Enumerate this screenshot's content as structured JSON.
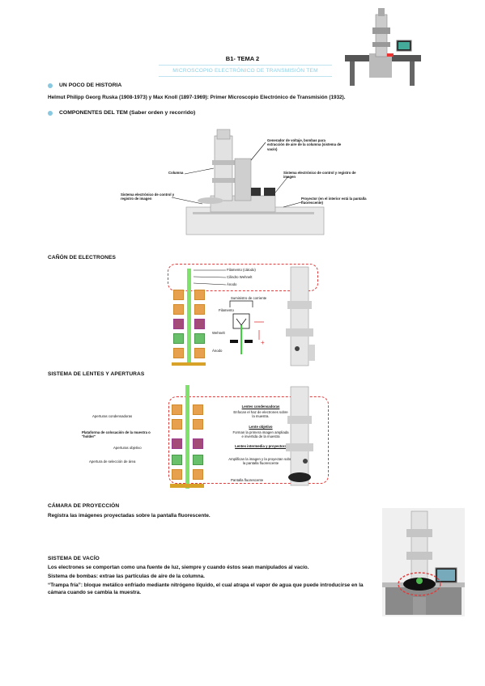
{
  "header": {
    "title": "B1- TEMA 2",
    "subtitle": "MICROSCOPIO ELECTRÓNICO DE TRANSMISIÓN TEM"
  },
  "history": {
    "heading": "UN POCO DE HISTORIA",
    "text": "Helmut Philipp Georg Ruska (1908-1973) y Max Knoll (1897-1969): Primer Microscopio Electrónico de Transmisión (1932)."
  },
  "components": {
    "heading": "COMPONENTES DEL TEM (Saber orden y recorrido)",
    "labels": {
      "columna": "Columna",
      "generador": "Generador de voltaje, bombas para extracción de aire de la columna (sistema de vacío)",
      "sistema_left": "Sistema electrónico de control y registro de imagen",
      "sistema_right": "Sistema electrónico de control y registro de imagen",
      "proyector": "Proyector (en el interior está la pantalla fluorescente)"
    }
  },
  "canon": {
    "heading": "CAÑÓN DE ELECTRONES",
    "labels": {
      "filamento_catodo": "Filamento (cátodo)",
      "cilindro": "Cilindro Wehnelt",
      "anodo": "Ánodo",
      "suministro": "Suministro de corriente",
      "filamento": "Filamento",
      "wehnelt": "Wehnelt",
      "anodo_small": "Ánodo"
    }
  },
  "lentes": {
    "heading": "SISTEMA DE LENTES Y APERTURAS",
    "labels": {
      "ap_cond": "Aperturas condensadoras",
      "plataforma": "Plataforma de colocación de la muestra o \"holder\"",
      "ap_obj": "Aperturas objetivo",
      "ap_sel": "Apertura de selección de área",
      "lc_title": "Lentes condensadoras",
      "lc_desc": "Enfocan el haz de electrones sobre la muestra.",
      "lo_title": "Lente objetivo",
      "lo_desc": "Forman la primera imagen ampliada e invertida de la muestra",
      "li_title": "Lentes intermedia y proyectora",
      "li_desc": "Amplifican la imagen y la proyectan sobre la pantalla fluorescente",
      "pantalla": "Pantalla fluorescente"
    }
  },
  "camara": {
    "heading": "CÁMARA DE PROYECCIÓN",
    "text": "Registra las imágenes proyectadas sobre la pantalla fluorescente."
  },
  "vacio": {
    "heading": "SISTEMA DE VACÍO",
    "lines": [
      "Los electrones se comportan como una fuente de luz, siempre y cuando éstos sean manipulados al vacío.",
      "Sistema de bombas: extrae las partículas de aire de la columna.",
      "“Trampa fría”: bloque metálico enfriado mediante nitrógeno líquido, el cual atrapa el vapor de agua que puede introducirse en la cámara cuando se cambia la muestra."
    ]
  },
  "colors": {
    "accent": "#8fd0e6",
    "dash": "#e03a3a",
    "beam": "#7fe26a"
  }
}
